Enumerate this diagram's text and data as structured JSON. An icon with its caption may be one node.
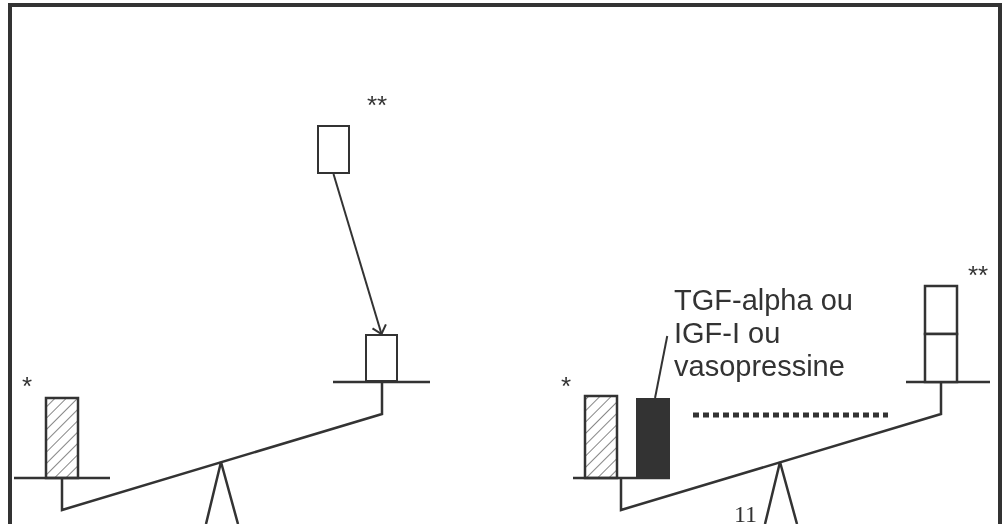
{
  "diagram": {
    "nodes": [
      {
        "text": [],
        "shape": "box"
      },
      {
        "text": [],
        "shape": "box"
      },
      {
        "text": [
          "TGF-alpha ou IGF-I ou vasopressine"
        ]
      },
      {
        "text": [],
        "shape": "bar"
      }
    ],
    "edges": [
      {
        "from": 0,
        "to": 1,
        "arrow": "to"
      },
      {
        "from": 2,
        "to": 3,
        "arrow": "none"
      }
    ],
    "labels": [
      "**",
      "*",
      "*",
      "**",
      "11"
    ]
  }
}
